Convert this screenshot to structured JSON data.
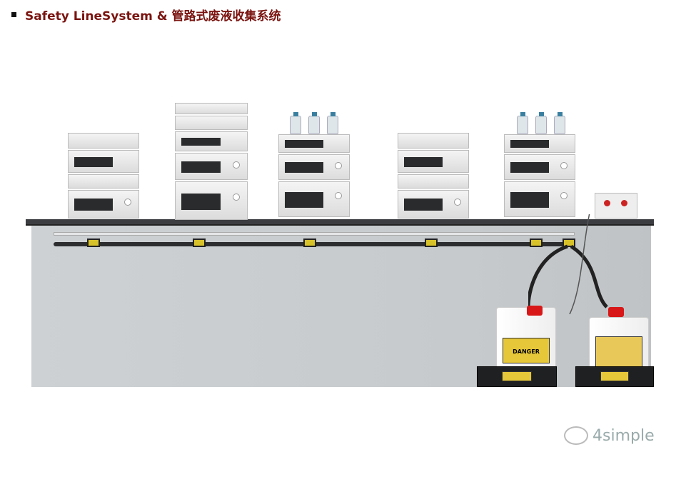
{
  "article": {
    "title": "Safety LineSystem & 管路式废液收集系统",
    "bullet_icon": "square-bullet-icon"
  },
  "figure": {
    "canister_label_left": "DANGER",
    "watermark": "4simple",
    "watermark_icon": "wechat-icon",
    "colors": {
      "title": "#7a1410",
      "valve": "#d8c22a",
      "cap": "#d81818"
    }
  }
}
